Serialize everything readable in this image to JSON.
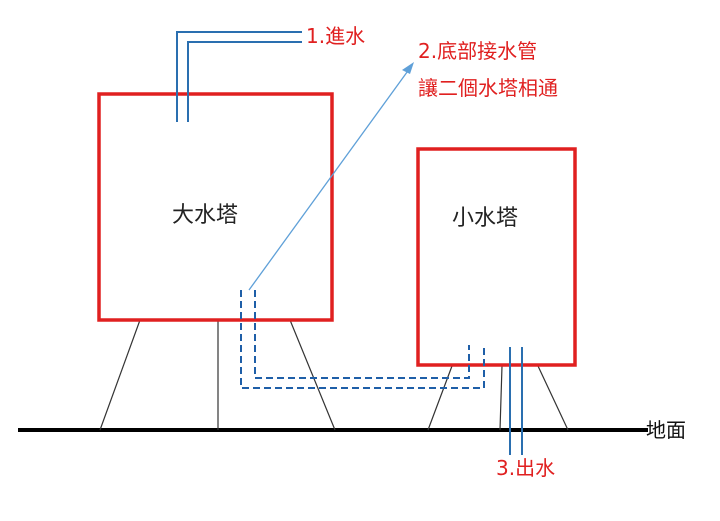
{
  "colors": {
    "tank_outline": "#e02020",
    "pipe_blue": "#2a6fb0",
    "pipe_dashed": "#1f5fa8",
    "arrow_line": "#5fa0d8",
    "annotation_red": "#e02020",
    "ground": "#000000",
    "legs": "#333333"
  },
  "large_tank": {
    "label": "大水塔"
  },
  "small_tank": {
    "label": "小水塔"
  },
  "annotations": {
    "inlet": "1.進水",
    "bottom_pipe_line1": "2.底部接水管",
    "bottom_pipe_line2": "讓二個水塔相通",
    "outlet": "3.出水"
  },
  "ground": {
    "label": "地面"
  }
}
